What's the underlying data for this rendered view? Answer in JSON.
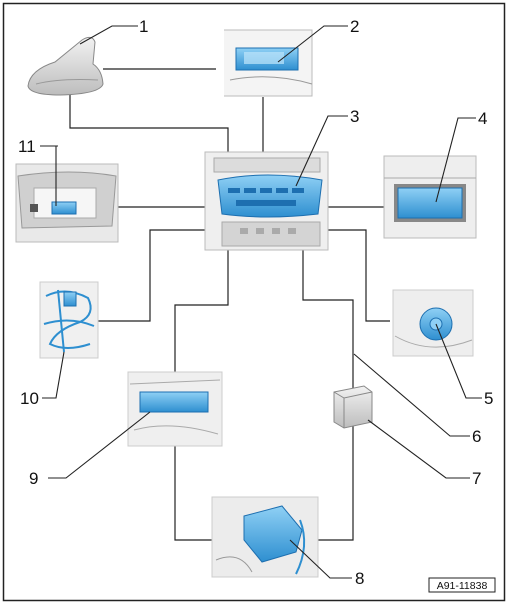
{
  "figure": {
    "reference_code": "A91-11838",
    "callouts": [
      {
        "number": "1"
      },
      {
        "number": "2"
      },
      {
        "number": "3"
      },
      {
        "number": "4"
      },
      {
        "number": "5"
      },
      {
        "number": "6"
      },
      {
        "number": "7"
      },
      {
        "number": "8"
      },
      {
        "number": "9"
      },
      {
        "number": "10"
      },
      {
        "number": "11"
      }
    ],
    "colors": {
      "highlight": "#4aa8e0",
      "highlight_dark": "#1d6fb0",
      "line": "#222222",
      "part_grey": "#d9d9d9"
    },
    "components": [
      {
        "callout": "1",
        "icon": "roof-antenna-icon"
      },
      {
        "callout": "2",
        "icon": "display-unit-icon"
      },
      {
        "callout": "3",
        "icon": "center-console-radio-icon"
      },
      {
        "callout": "4",
        "icon": "dashboard-display-icon"
      },
      {
        "callout": "5",
        "icon": "door-loudspeaker-icon"
      },
      {
        "callout": "6",
        "icon": "connection-line-icon"
      },
      {
        "callout": "7",
        "icon": "control-module-icon"
      },
      {
        "callout": "8",
        "icon": "luggage-compartment-unit-icon"
      },
      {
        "callout": "9",
        "icon": "rear-shelf-unit-icon"
      },
      {
        "callout": "10",
        "icon": "wiring-harness-icon"
      },
      {
        "callout": "11",
        "icon": "armrest-interface-icon"
      }
    ]
  }
}
